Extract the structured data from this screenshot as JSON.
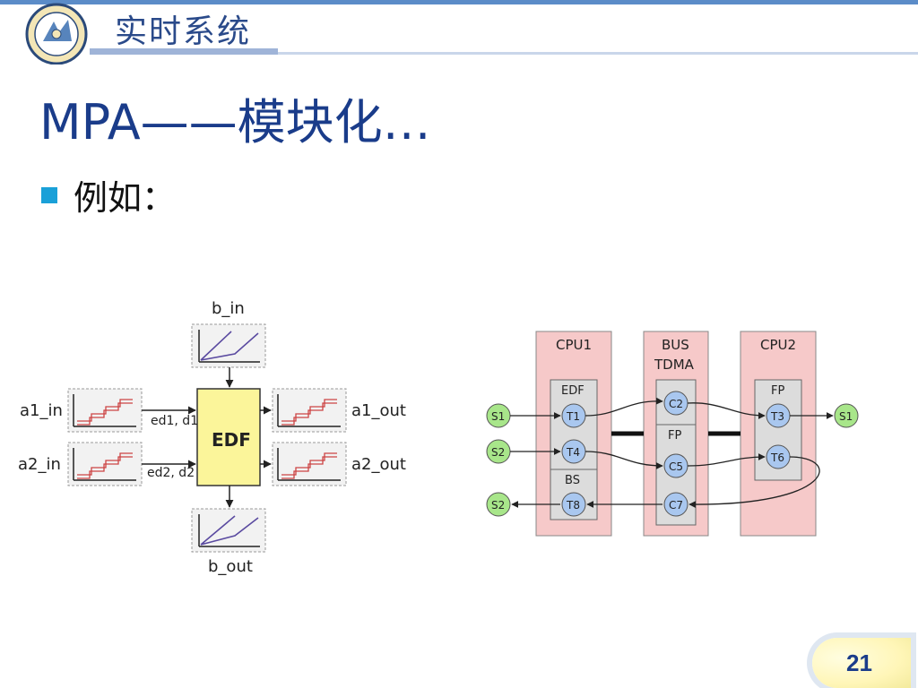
{
  "header": {
    "title": "实时系统"
  },
  "slide": {
    "title": "MPA——模块化…",
    "bullet": "例如："
  },
  "left_diagram": {
    "center_label": "EDF",
    "b_in": "b_in",
    "b_out": "b_out",
    "a1_in": "a1_in",
    "a2_in": "a2_in",
    "a1_out": "a1_out",
    "a2_out": "a2_out",
    "edge1": "ed1, d1",
    "edge2": "ed2, d2"
  },
  "right_diagram": {
    "cpu1": "CPU1",
    "bus": "BUS",
    "bus_sub": "TDMA",
    "cpu2": "CPU2",
    "cpu1_sched_top": "EDF",
    "cpu1_sched_bottom": "BS",
    "bus_sched": "FP",
    "cpu2_sched": "FP",
    "nodes": {
      "s1_left": "S1",
      "s2_left": "S2",
      "s2_out": "S2",
      "s1_out": "S1",
      "t1": "T1",
      "t4": "T4",
      "t8": "T8",
      "c2": "C2",
      "c5": "C5",
      "c7": "C7",
      "t3": "T3",
      "t6": "T6"
    }
  },
  "footer": {
    "page": "21"
  },
  "colors": {
    "title_blue": "#1a3c8a",
    "bullet_blue": "#1aa0d8",
    "edf_fill": "#fbf59a",
    "resource_pink": "#f6c9c9",
    "node_green": "#a8e68a",
    "node_blue": "#a9c7ef",
    "sched_gray": "#dcdcdc"
  }
}
